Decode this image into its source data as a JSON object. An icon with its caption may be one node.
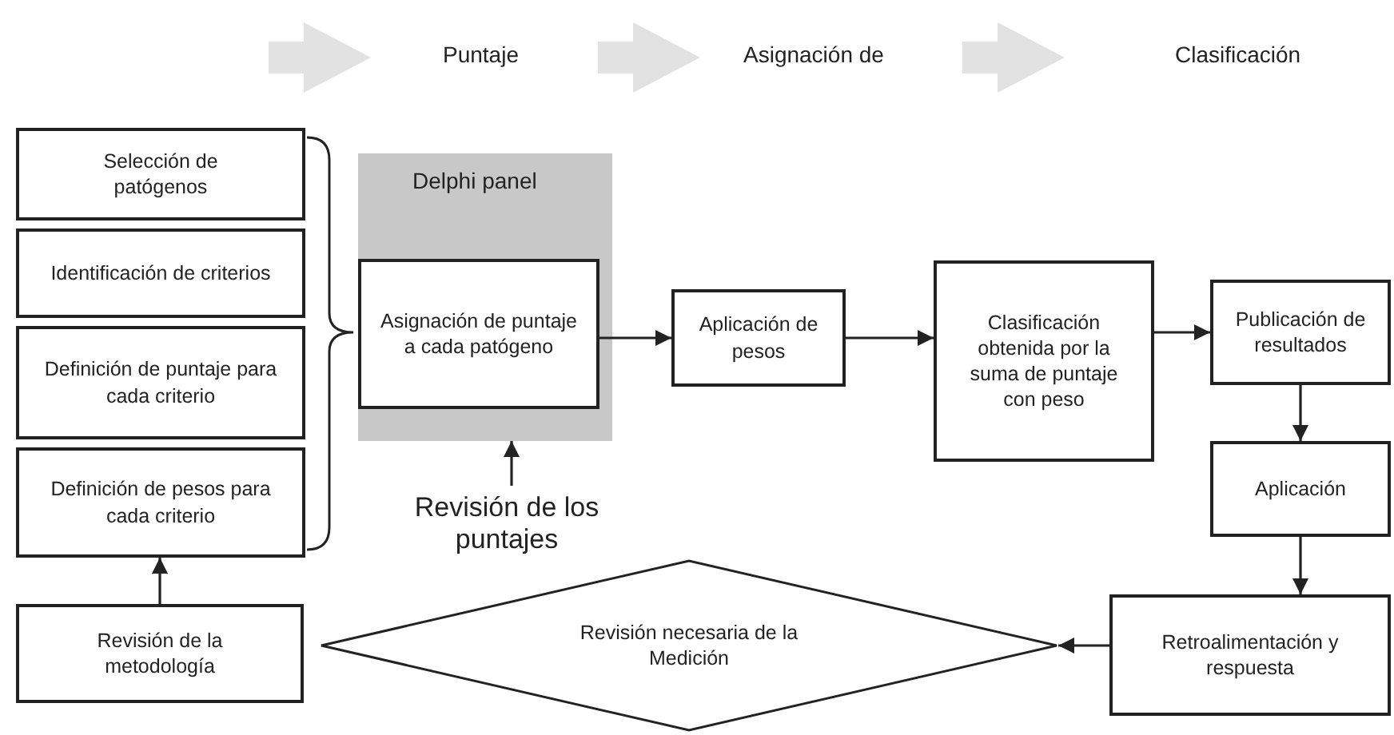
{
  "diagram": {
    "nodes": [
      {
        "text": [
          "Selección de patógenos"
        ]
      },
      {
        "text": [
          "Identificación de criterios"
        ]
      },
      {
        "text": [
          "Definición de puntaje para cada criterio"
        ]
      },
      {
        "text": [
          "Definición de pesos para cada criterio"
        ]
      },
      {
        "text": [
          "Revisión de la metodología"
        ]
      },
      {
        "text": [
          "Delphi panel"
        ]
      },
      {
        "text": [
          "Asignación de puntaje a cada patógeno"
        ],
        "in": 5
      },
      {
        "text": [
          "Revisión de los puntajes"
        ]
      },
      {
        "text": [
          "Aplicación de pesos"
        ]
      },
      {
        "text": [
          "Clasificación obtenida por la suma de puntaje con peso"
        ]
      },
      {
        "text": [
          "Publicación de resultados"
        ]
      },
      {
        "text": [
          "Aplicación"
        ]
      },
      {
        "text": [
          "Retroalimentación y respuesta"
        ]
      },
      {
        "text": [
          "Revisión necesaria de la Medición"
        ]
      }
    ],
    "edges": [
      {
        "from": 4,
        "to": 3,
        "arrow": "to"
      },
      {
        "from": 7,
        "to": 5,
        "arrow": "to"
      },
      {
        "from": 6,
        "to": 8,
        "arrow": "to"
      },
      {
        "from": 8,
        "to": 9,
        "arrow": "to"
      },
      {
        "from": 9,
        "to": 10,
        "arrow": "to"
      },
      {
        "from": 10,
        "to": 11,
        "arrow": "to"
      },
      {
        "from": 11,
        "to": 12,
        "arrow": "to"
      },
      {
        "from": 12,
        "to": 13,
        "arrow": "to"
      }
    ],
    "labels": [
      "Puntaje",
      "Asignación de",
      "Clasificación"
    ]
  }
}
